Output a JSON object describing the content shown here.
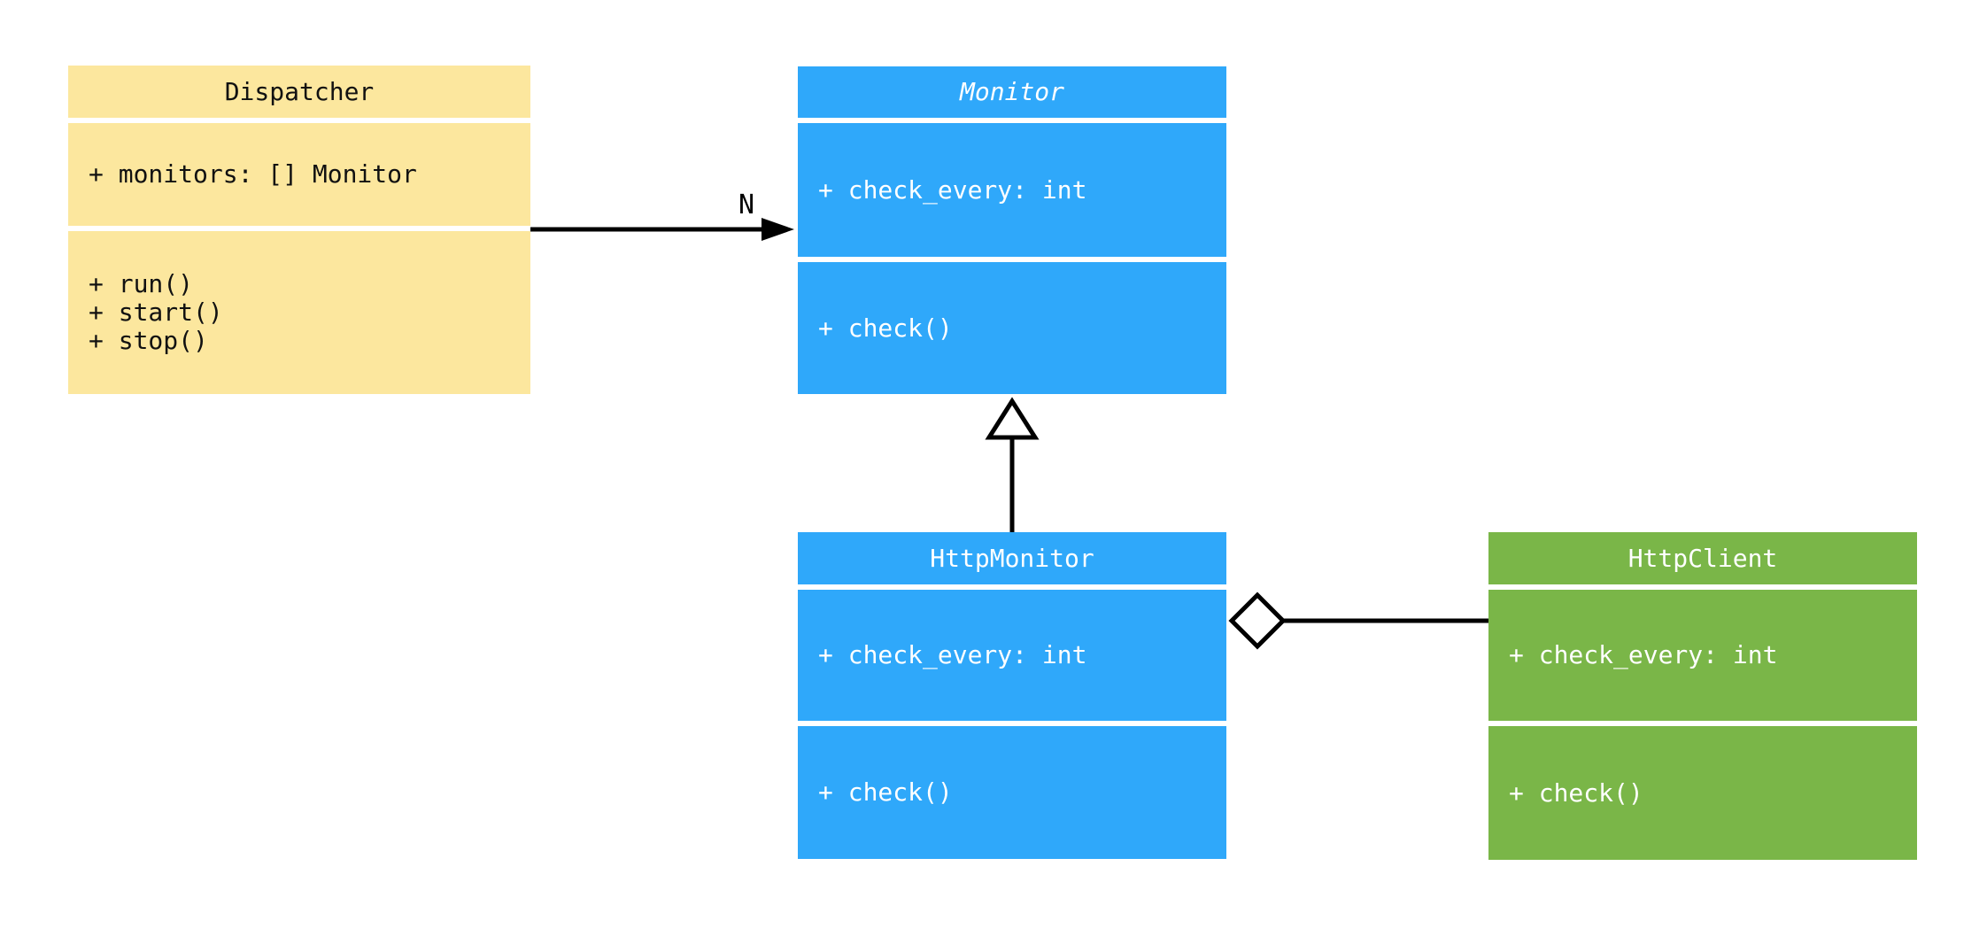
{
  "diagram": {
    "kind": "uml-class-diagram",
    "background": "#ffffff",
    "line_color": "#000000",
    "classes": [
      {
        "id": "dispatcher",
        "name": "Dispatcher",
        "abstract": false,
        "title_style": "normal",
        "fill": "#FCE79E",
        "text_color": "#111111",
        "attributes": [
          "+ monitors: [] Monitor"
        ],
        "methods": [
          "+ run()",
          "+ start()",
          "+ stop()"
        ]
      },
      {
        "id": "monitor",
        "name": "Monitor",
        "abstract": true,
        "title_style": "italic",
        "fill": "#2FA8FA",
        "text_color": "#ffffff",
        "attributes": [
          "+ check_every: int"
        ],
        "methods": [
          "+ check()"
        ]
      },
      {
        "id": "httpmonitor",
        "name": "HttpMonitor",
        "abstract": false,
        "title_style": "normal",
        "fill": "#2FA8FA",
        "text_color": "#ffffff",
        "attributes": [
          "+ check_every: int"
        ],
        "methods": [
          "+ check()"
        ]
      },
      {
        "id": "httpclient",
        "name": "HttpClient",
        "abstract": false,
        "title_style": "normal",
        "fill": "#7AB648",
        "text_color": "#ffffff",
        "attributes": [
          "+ check_every: int"
        ],
        "methods": [
          "+ check()"
        ]
      }
    ],
    "relationships": [
      {
        "type": "association",
        "from": "Dispatcher",
        "to": "Monitor",
        "label": "N"
      },
      {
        "type": "inheritance",
        "from": "HttpMonitor",
        "to": "Monitor",
        "label": ""
      },
      {
        "type": "aggregation",
        "from": "HttpMonitor",
        "to": "HttpClient",
        "label": ""
      }
    ]
  }
}
